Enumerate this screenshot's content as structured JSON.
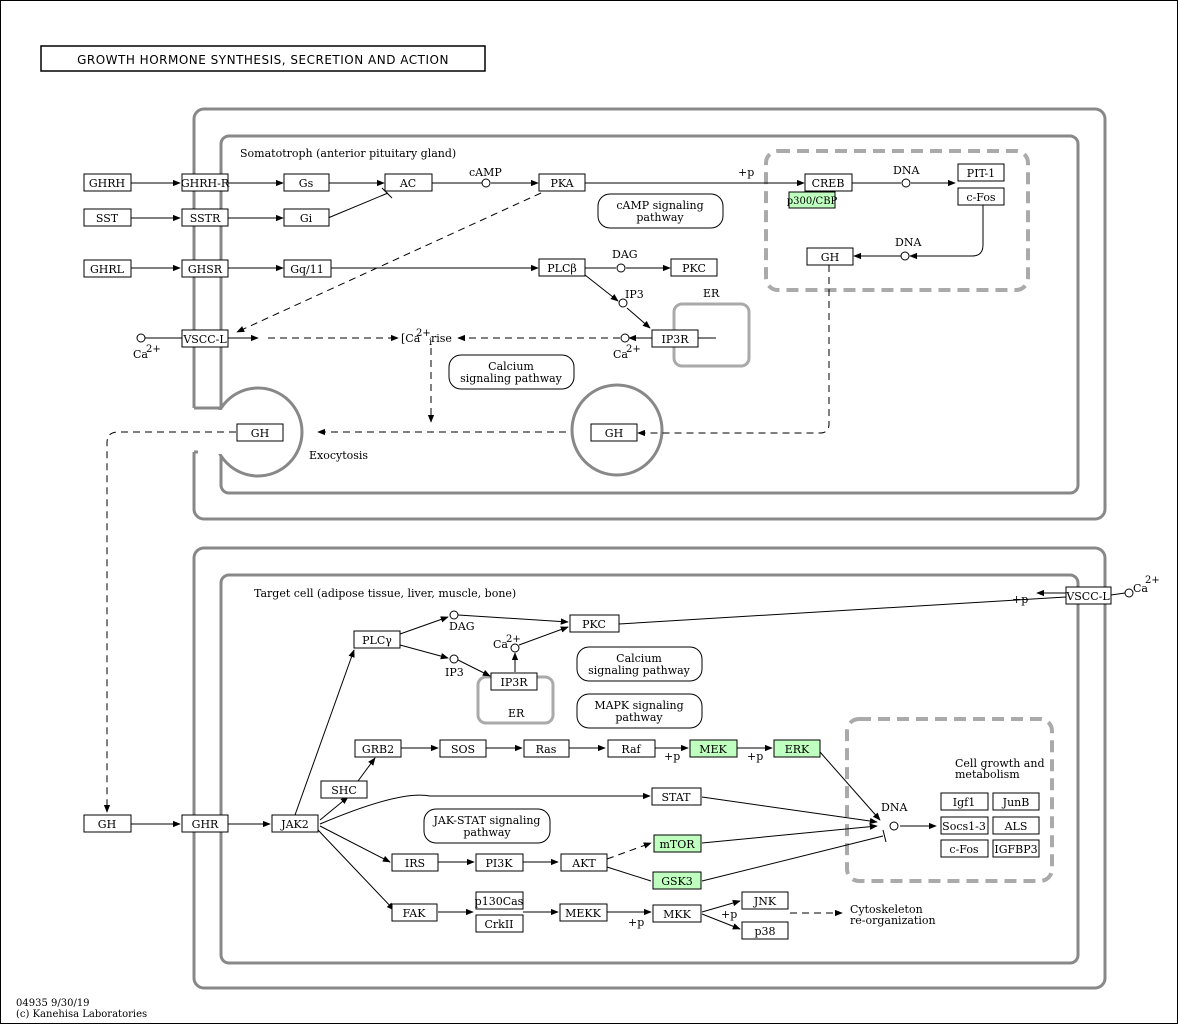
{
  "title": "GROWTH HORMONE SYNTHESIS, SECRETION AND ACTION",
  "footer": {
    "line1": "04935 9/30/19",
    "line2": "(c) Kanehisa Laboratories"
  },
  "cell1": {
    "label": "Somatotroph (anterior pituitary gland)",
    "exocytosis": "Exocytosis",
    "er": "ER",
    "dna1": "DNA",
    "dna2": "DNA",
    "camp": "cAMP",
    "dag": "DAG",
    "ip3": "IP3",
    "ca_rise_main": "[Ca",
    "ca_rise_sup": "2+",
    "ca_rise_sub": "i",
    "ca_rise_tail": " rise",
    "ca_left": "Ca",
    "ca_right": "Ca",
    "ca_sup": "2+",
    "plus_p": "+p",
    "pathways": {
      "camp": [
        "cAMP signaling",
        "pathway"
      ],
      "calcium": [
        "Calcium",
        "signaling pathway"
      ]
    },
    "nodes": {
      "ghrh": "GHRH",
      "ghrhr": "GHRH-R",
      "gs": "Gs",
      "ac": "AC",
      "pka": "PKA",
      "sst": "SST",
      "sstr": "SSTR",
      "gi": "Gi",
      "ghrl": "GHRL",
      "ghsr": "GHSR",
      "gq": "Gq/11",
      "plcb": "PLCβ",
      "pkc": "PKC",
      "creb": "CREB",
      "p300": "p300/CBP",
      "pit1": "PIT-1",
      "cfos": "c-Fos",
      "gh_nuc": "GH",
      "vscc": "VSCC-L",
      "ip3r": "IP3R",
      "gh_ves1": "GH",
      "gh_ves2": "GH"
    }
  },
  "cell2": {
    "label": "Target cell (adipose tissue, liver, muscle, bone)",
    "dag": "DAG",
    "ip3": "IP3",
    "er": "ER",
    "dna": "DNA",
    "ca": "Ca",
    "ca_sup": "2+",
    "ca_ext": "Ca",
    "ca_ext_sup": "2+",
    "plus_p": "+p",
    "growth_label": [
      "Cell growth and",
      "metabolism"
    ],
    "cyto_label": [
      "Cytoskeleton",
      "re-organization"
    ],
    "pathways": {
      "calcium": [
        "Calcium",
        "signaling pathway"
      ],
      "mapk": [
        "MAPK signaling",
        "pathway"
      ],
      "jakstat": [
        "JAK-STAT signaling",
        "pathway"
      ]
    },
    "nodes": {
      "gh": "GH",
      "ghr": "GHR",
      "jak2": "JAK2",
      "plcg": "PLCγ",
      "pkc": "PKC",
      "ip3r": "IP3R",
      "vscc": "VSCC-L",
      "grb2": "GRB2",
      "shc": "SHC",
      "sos": "SOS",
      "ras": "Ras",
      "raf": "Raf",
      "mek": "MEK",
      "erk": "ERK",
      "stat": "STAT",
      "irs": "IRS",
      "pi3k": "PI3K",
      "akt": "AKT",
      "mtor": "mTOR",
      "gsk3": "GSK3",
      "fak": "FAK",
      "p130cas": "p130Cas",
      "crkii": "CrkII",
      "mekk": "MEKK",
      "mkk": "MKK",
      "jnk": "JNK",
      "p38": "p38",
      "igf1": "Igf1",
      "junb": "JunB",
      "socs": "Socs1-3",
      "als": "ALS",
      "cfos": "c-Fos",
      "igfbp3": "IGFBP3"
    }
  },
  "colors": {
    "highlight": "#bfffbf",
    "membrane": "#888888",
    "nucleus": "#aaaaaa"
  }
}
